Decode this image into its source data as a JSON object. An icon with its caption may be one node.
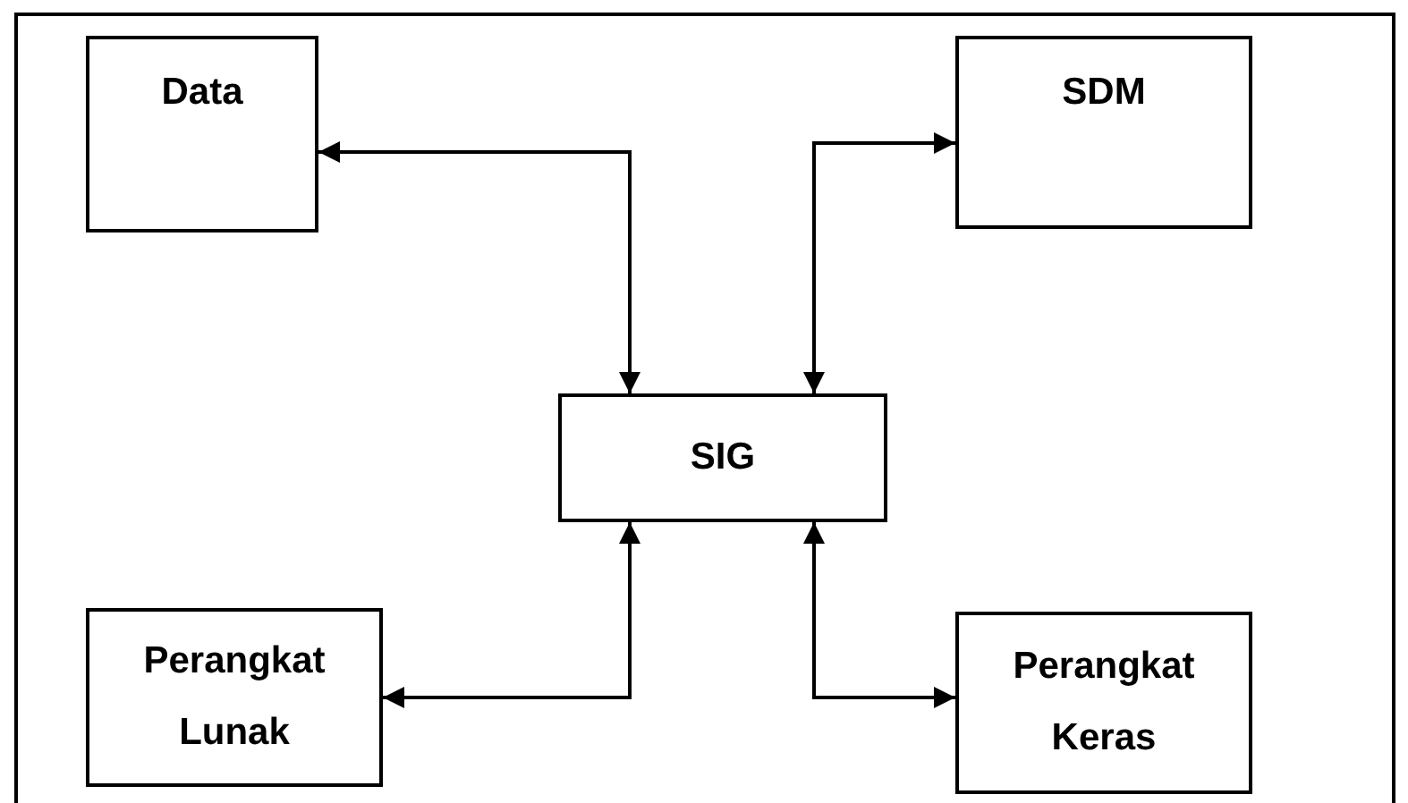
{
  "diagram": {
    "nodes": [
      {
        "text": [
          "Data"
        ]
      },
      {
        "text": [
          "SDM"
        ]
      },
      {
        "text": [
          "SIG"
        ]
      },
      {
        "text": [
          "Perangkat Lunak"
        ]
      },
      {
        "text": [
          "Perangkat Keras"
        ]
      }
    ],
    "edges": [
      {
        "from": 0,
        "to": 2,
        "arrow": "both"
      },
      {
        "from": 1,
        "to": 2,
        "arrow": "both"
      },
      {
        "from": 3,
        "to": 2,
        "arrow": "both"
      },
      {
        "from": 4,
        "to": 2,
        "arrow": "both"
      }
    ]
  }
}
